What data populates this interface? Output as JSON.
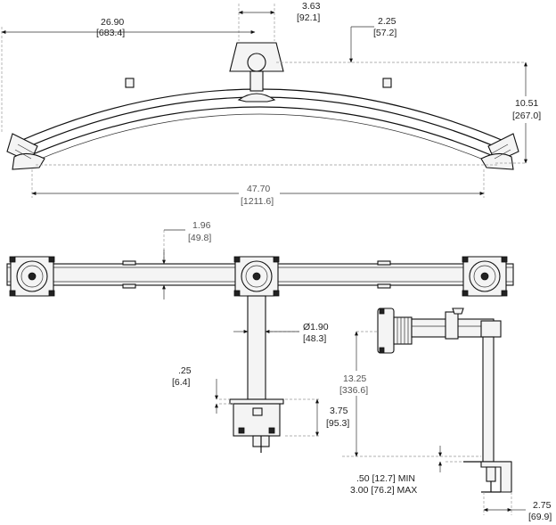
{
  "dimensions": {
    "top_width": {
      "in": "26.90",
      "mm": "[683.4]"
    },
    "hub_width": {
      "in": "3.63",
      "mm": "[92.1]"
    },
    "hub_height": {
      "in": "2.25",
      "mm": "[57.2]"
    },
    "arc_height": {
      "in": "10.51",
      "mm": "[267.0]"
    },
    "overall_width": {
      "in": "47.70",
      "mm": "[1211.6]"
    },
    "bar_height": {
      "in": "1.96",
      "mm": "[49.8]"
    },
    "pole_diameter": {
      "symbol": "Ø",
      "in": "1.90",
      "mm": "[48.3]"
    },
    "clamp_plate": {
      "in": ".25",
      "mm": "[6.4]"
    },
    "clamp_height": {
      "in": "3.75",
      "mm": "[95.3]"
    },
    "side_height": {
      "in": "13.25",
      "mm": "[336.6]"
    },
    "desk_min": ".50 [12.7] MIN",
    "desk_max": "3.00 [76.2] MAX",
    "clamp_depth": {
      "in": "2.75",
      "mm": "[69.9]"
    }
  }
}
